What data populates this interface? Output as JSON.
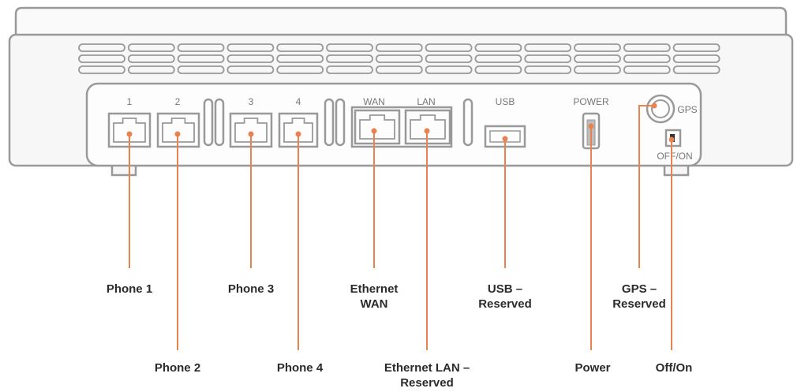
{
  "ports": {
    "phone_1": "1",
    "phone_2": "2",
    "phone_3": "3",
    "phone_4": "4",
    "wan": "WAN",
    "lan": "LAN",
    "usb": "USB",
    "power": "POWER",
    "gps": "GPS",
    "off_on": "OFF/ON"
  },
  "callouts": {
    "phone_1": "Phone 1",
    "phone_2": "Phone 2",
    "phone_3": "Phone 3",
    "phone_4": "Phone 4",
    "ethernet_wan_line1": "Ethernet",
    "ethernet_wan_line2": "WAN",
    "ethernet_lan_line1": "Ethernet LAN –",
    "ethernet_lan_line2": "Reserved",
    "usb_line1": "USB –",
    "usb_line2": "Reserved",
    "power": "Power",
    "gps_line1": "GPS –",
    "gps_line2": "Reserved",
    "off_on": "Off/On"
  },
  "colors": {
    "device_outline": "#999999",
    "leader_line": "#e8834f",
    "label_text": "#2b2b2b"
  }
}
